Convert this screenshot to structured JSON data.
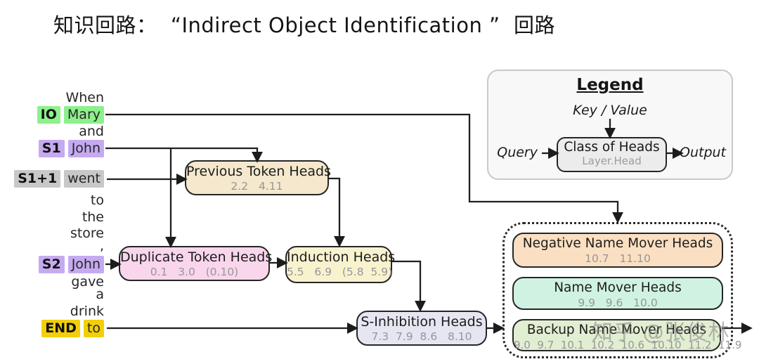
{
  "title": "知识回路：  “Indirect Object Identification ”  回路",
  "watermark": "知乎 @张俊林",
  "tokens": [
    {
      "word": "When"
    },
    {
      "label": "IO",
      "word": "Mary",
      "bg": "#8df08d"
    },
    {
      "word": "and"
    },
    {
      "label": "S1",
      "word": "John",
      "bg": "#c5aaf0"
    },
    {
      "label": "S1+1",
      "word": "went",
      "bg": "#c8c8c8"
    },
    {
      "word": "to"
    },
    {
      "word": "the"
    },
    {
      "word": "store"
    },
    {
      "word": ","
    },
    {
      "label": "S2",
      "word": "John",
      "bg": "#c5aaf0"
    },
    {
      "word": "gave"
    },
    {
      "word": "a"
    },
    {
      "word": "drink"
    },
    {
      "label": "END",
      "word": "to",
      "bg": "#f2cf0a"
    }
  ],
  "heads": {
    "previous_token": {
      "title": "Previous Token Heads",
      "values": "2.2   4.11",
      "bg": "#f5e8cd"
    },
    "duplicate_token": {
      "title": "Duplicate Token Heads",
      "values": "0.1   3.0   (0.10)",
      "bg": "#f9d6ec"
    },
    "induction": {
      "title": "Induction Heads",
      "values": "5.5   6.9   (5.8  5.9)",
      "bg": "#f9f2cf"
    },
    "s_inhibition": {
      "title": "S-Inhibition Heads",
      "values": "7.3  7.9  8.6   8.10",
      "bg": "#e5e6f2"
    },
    "negative_name_mover": {
      "title": "Negative Name Mover Heads",
      "values": "10.7   11.10",
      "bg": "#fbdfc2"
    },
    "name_mover": {
      "title": "Name Mover Heads",
      "values": "9.9   9.6   10.0",
      "bg": "#d0f2e2"
    },
    "backup_name_mover": {
      "title": "Backup Name Mover Heads",
      "values": "9.0  9.7  10.1  10.2  10.6  10.10  11.2  11.9",
      "bg": "#e2eed2"
    }
  },
  "legend": {
    "title": "Legend",
    "key_value": "Key / Value",
    "query": "Query",
    "output": "Output",
    "box_title": "Class of Heads",
    "box_subtitle": "Layer.Head"
  }
}
